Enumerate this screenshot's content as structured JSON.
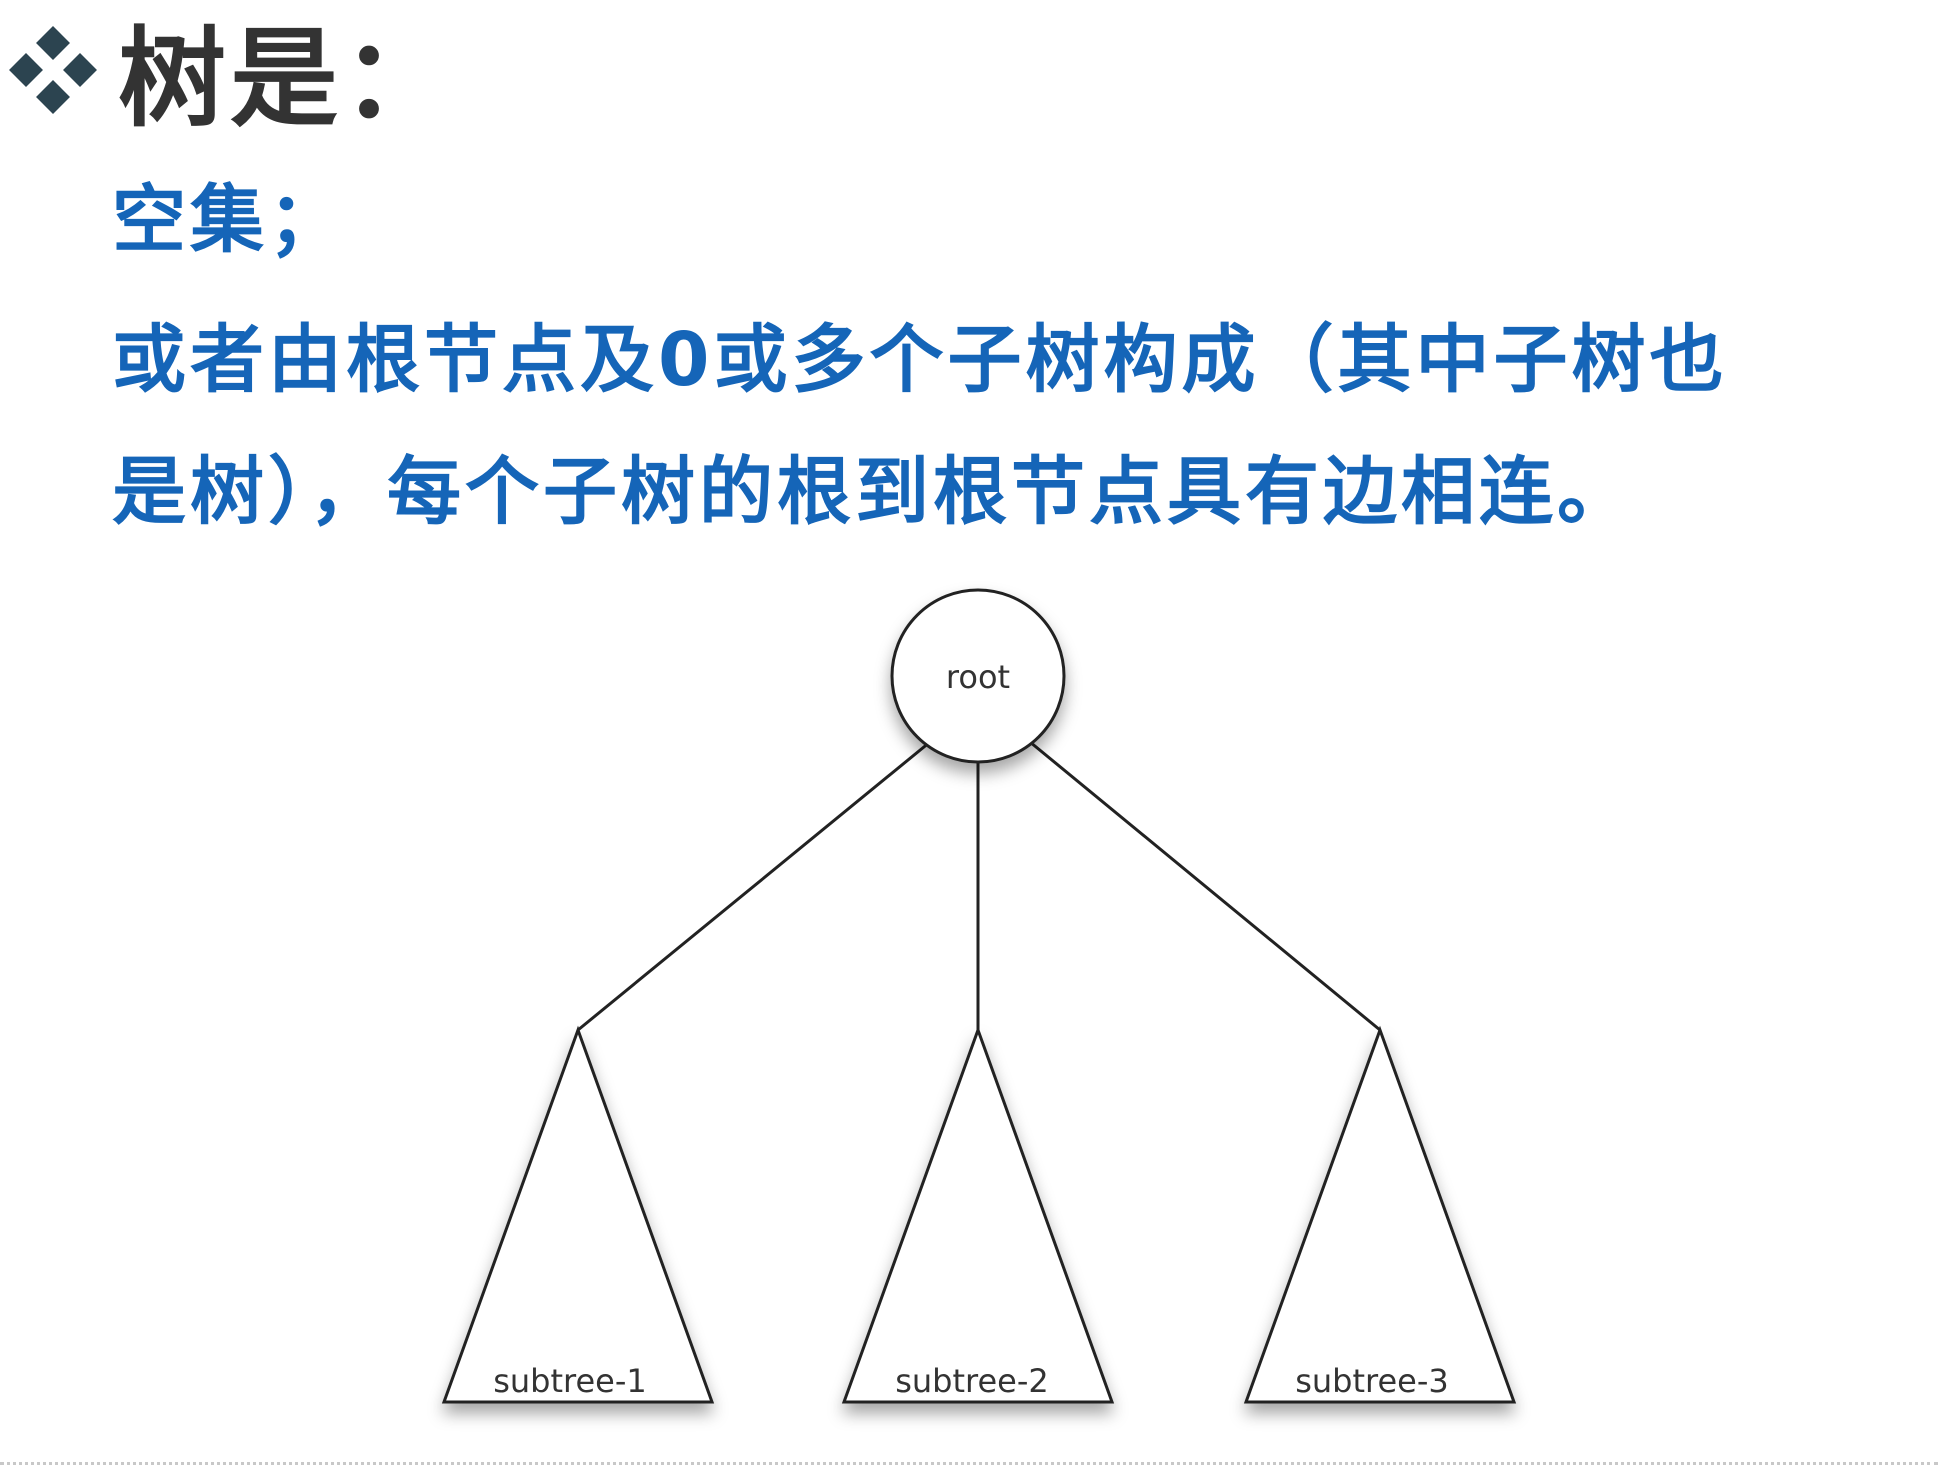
{
  "heading": {
    "icon": "diamond-bullet-icon",
    "text": "树是："
  },
  "definition": {
    "line1": "空集；",
    "line2": "或者由根节点及0或多个子树构成（其中子树也",
    "line3": "是树），每个子树的根到根节点具有边相连。"
  },
  "diagram": {
    "root_label": "root",
    "subtree_labels": [
      "subtree-1",
      "subtree-2",
      "subtree-3"
    ]
  },
  "colors": {
    "heading": "#333333",
    "definition": "#1565b8",
    "stroke": "#222222"
  }
}
